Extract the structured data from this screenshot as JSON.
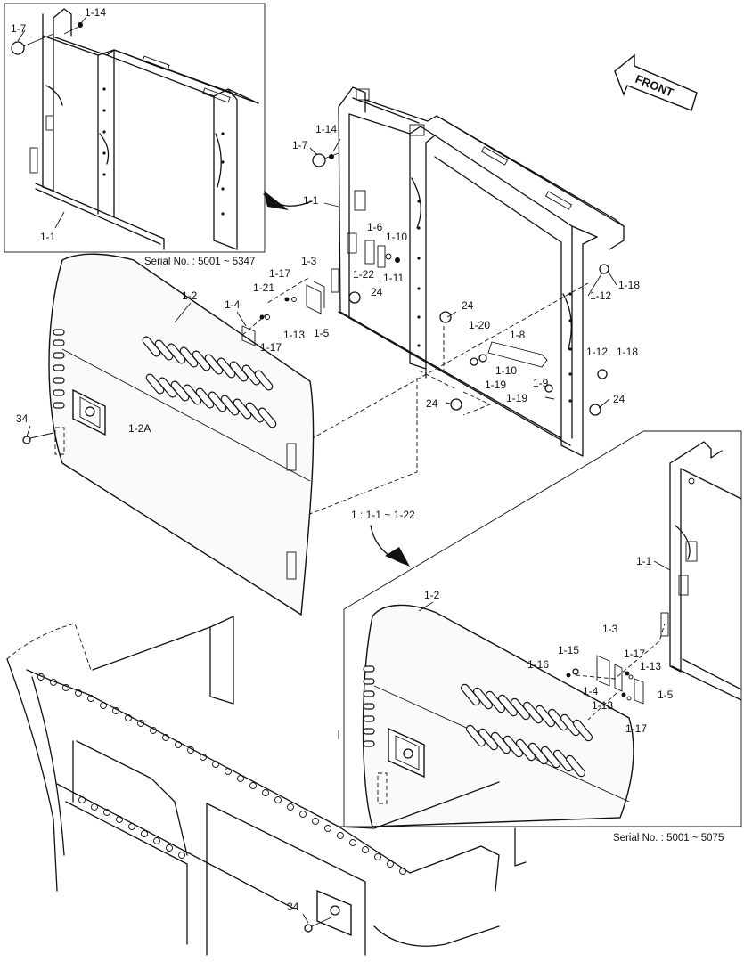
{
  "inset_top": {
    "serial": "Serial No. : 5001 ~ 5347"
  },
  "inset_bottom": {
    "serial": "Serial No. : 5001 ~ 5075"
  },
  "front_arrow": {
    "label": "FRONT"
  },
  "group_note": "1 : 1-1 ~ 1-22",
  "labels": {
    "top_1_14": "1-14",
    "top_1_7": "1-7",
    "top_1_1": "1-1",
    "m_1_14": "1-14",
    "m_1_7": "1-7",
    "m_1_1": "1-1",
    "m_1_6": "1-6",
    "m_1_10a": "1-10",
    "m_1_22": "1-22",
    "m_1_11": "1-11",
    "m_1_3": "1-3",
    "m_1_17a": "1-17",
    "m_1_21": "1-21",
    "m_1_5": "1-5",
    "m_24a": "24",
    "m_1_2": "1-2",
    "m_1_4": "1-4",
    "m_1_13": "1-13",
    "m_1_17b": "1-17",
    "m_1_12a": "1-12",
    "m_1_18a": "1-18",
    "m_24b": "24",
    "m_1_20": "1-20",
    "m_1_8": "1-8",
    "m_1_10b": "1-10",
    "m_1_19a": "1-19",
    "m_1_9": "1-9",
    "m_1_19b": "1-19",
    "m_1_12b": "1-12",
    "m_1_18b": "1-18",
    "m_24c": "24",
    "m_24d": "24",
    "m_34": "34",
    "m_1_2a": "1-2A",
    "b_1_1": "1-1",
    "b_1_2": "1-2",
    "b_1_3": "1-3",
    "b_1_15": "1-15",
    "b_1_16": "1-16",
    "b_1_17a": "1-17",
    "b_1_13a": "1-13",
    "b_1_4": "1-4",
    "b_1_5": "1-5",
    "b_1_13b": "1-13",
    "b_1_17b": "1-17",
    "low_34": "34"
  }
}
